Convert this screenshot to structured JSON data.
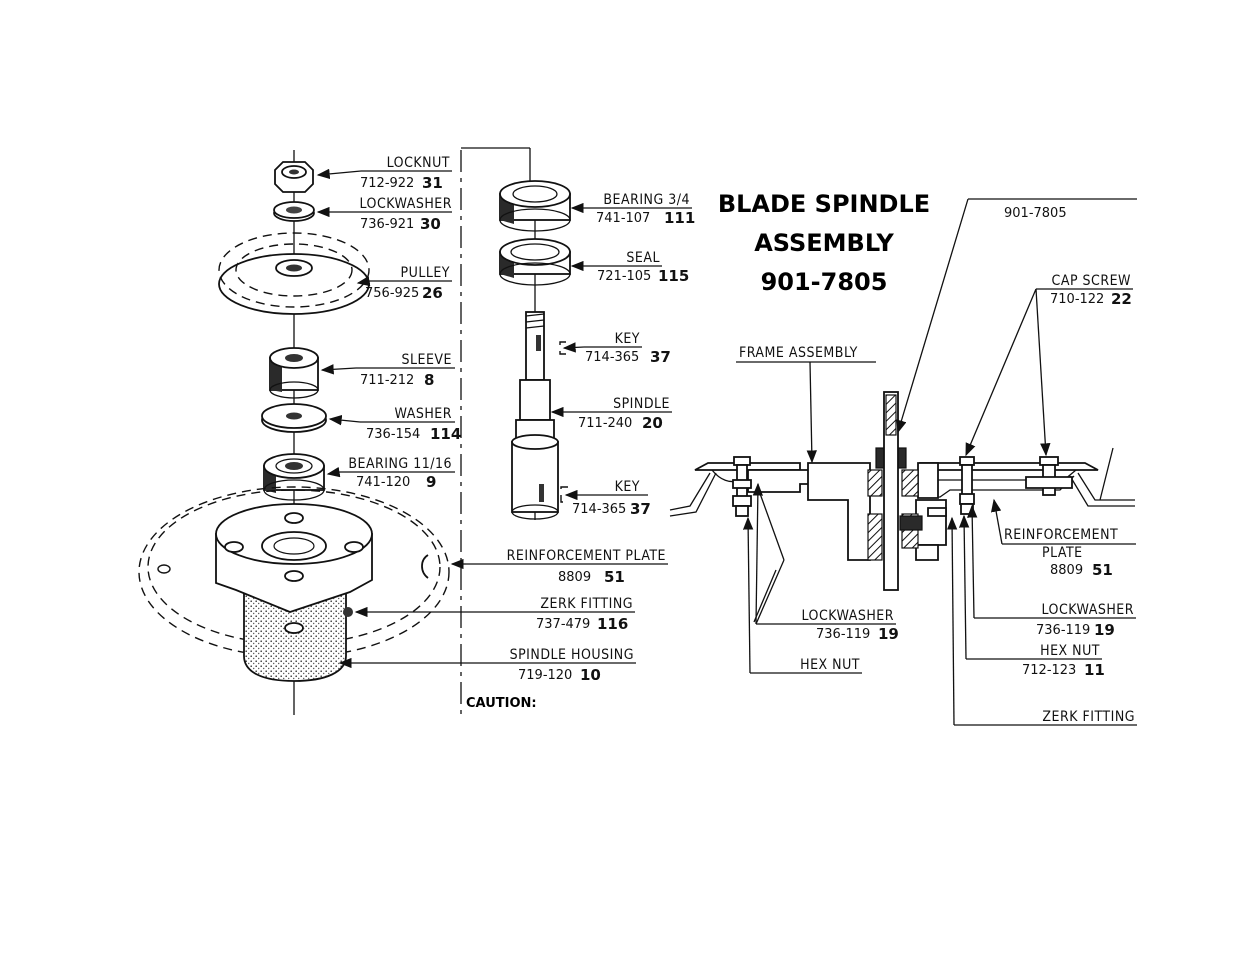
{
  "title": {
    "line1": "BLADE SPINDLE",
    "line2": "ASSEMBLY",
    "line3": "901-7805"
  },
  "caution_label": "CAUTION:",
  "exploded_callouts": [
    {
      "name": "LOCKNUT",
      "part_no": "712-922",
      "ref": "31"
    },
    {
      "name": "LOCKWASHER",
      "part_no": "736-921",
      "ref": "30"
    },
    {
      "name": "PULLEY",
      "part_no": "756-925",
      "ref": "26"
    },
    {
      "name": "SLEEVE",
      "part_no": "711-212",
      "ref": "8"
    },
    {
      "name": "WASHER",
      "part_no": "736-154",
      "ref": "114"
    },
    {
      "name": "BEARING 11/16",
      "part_no": "741-120",
      "ref": "9"
    },
    {
      "name": "REINFORCEMENT PLATE",
      "part_no": "8809",
      "ref": "51"
    },
    {
      "name": "ZERK FITTING",
      "part_no": "737-479",
      "ref": "116"
    },
    {
      "name": "SPINDLE HOUSING",
      "part_no": "719-120",
      "ref": "10"
    },
    {
      "name": "BEARING 3/4",
      "part_no": "741-107",
      "ref": "111"
    },
    {
      "name": "SEAL",
      "part_no": "721-105",
      "ref": "115"
    },
    {
      "name": "KEY",
      "part_no": "714-365",
      "ref": "37"
    },
    {
      "name": "SPINDLE",
      "part_no": "711-240",
      "ref": "20"
    },
    {
      "name": "KEY",
      "part_no": "714-365",
      "ref": "37"
    }
  ],
  "section_callouts": {
    "assembly_no": "901-7805",
    "cap_screw": {
      "name": "CAP SCREW",
      "part_no": "710-122",
      "ref": "22"
    },
    "frame_assembly": {
      "name": "FRAME ASSEMBLY"
    },
    "reinforcement_plate": {
      "name1": "REINFORCEMENT",
      "name2": "PLATE",
      "part_no": "8809",
      "ref": "51"
    },
    "lockwasher_left": {
      "name": "LOCKWASHER",
      "part_no": "736-119",
      "ref": "19"
    },
    "hex_nut_left": {
      "name": "HEX NUT"
    },
    "lockwasher_right": {
      "name": "LOCKWASHER",
      "part_no": "736-119",
      "ref": "19"
    },
    "hex_nut_right": {
      "name": "HEX NUT",
      "part_no": "712-123",
      "ref": "11"
    },
    "zerk_fitting": {
      "name": "ZERK FITTING"
    }
  }
}
